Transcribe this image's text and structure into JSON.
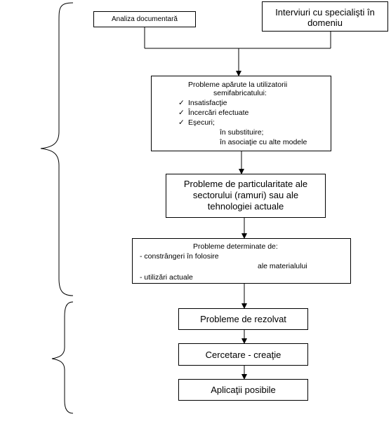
{
  "boxes": {
    "analiza": "Analiza documentară",
    "interviuri_line1": "Interviuri cu specialişti în",
    "interviuri_line2": "domeniu",
    "probleme_util": {
      "title_line1": "Probleme apărute la utilizatorii",
      "title_line2": "semifabricatului:",
      "items": [
        "Insatisfacţie",
        "Încercări efectuate",
        "Eşecuri;"
      ],
      "subitems": [
        "în substituire;",
        "în asociaţie cu alte modele"
      ],
      "check_mark": "✓"
    },
    "particularitate": {
      "line1": "Probleme de particularitate ale",
      "line2": "sectorului (ramuri) sau ale",
      "line3": "tehnologiei actuale"
    },
    "determinate": {
      "title": "Probleme determinate de:",
      "item1": "- constrângeri în folosire",
      "item2": "- utilizări actuale",
      "side_label": "ale materialului"
    },
    "rezolvat": "Probleme de rezolvat",
    "cercetare": "Cercetare - creaţie",
    "aplicatii": "Aplicaţii posibile"
  }
}
